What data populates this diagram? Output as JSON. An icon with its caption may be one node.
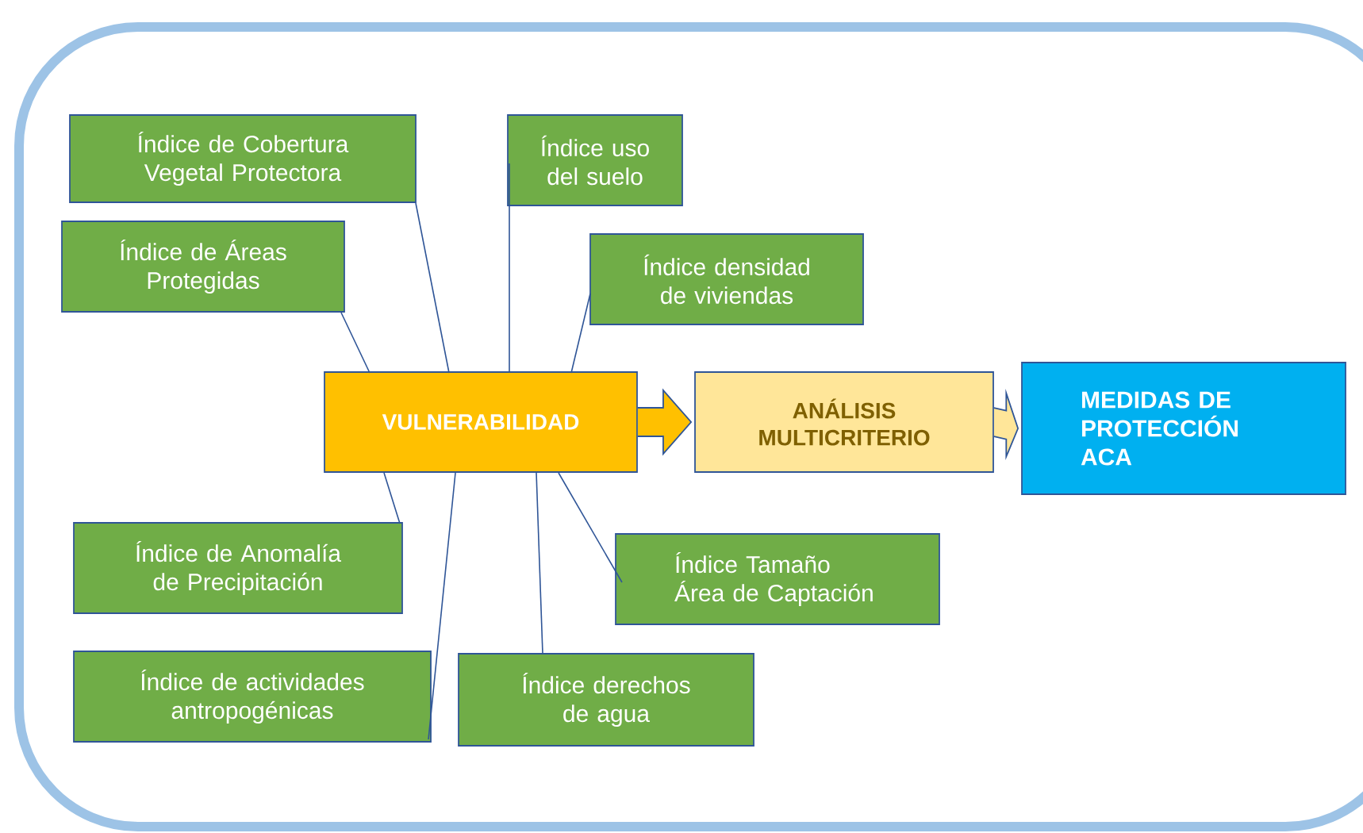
{
  "diagram": {
    "nodes": [
      {
        "text": [
          "Índice de Cobertura Vegetal Protectora"
        ]
      },
      {
        "text": [
          "Índice uso del suelo"
        ]
      },
      {
        "text": [
          "Índice de Áreas Protegidas"
        ]
      },
      {
        "text": [
          "Índice densidad de viviendas"
        ]
      },
      {
        "text": [
          "VULNERABILIDAD"
        ]
      },
      {
        "text": [
          "ANÁLISIS MULTICRITERIO"
        ]
      },
      {
        "text": [
          "MEDIDAS DE PROTECCIÓN ACA"
        ]
      },
      {
        "text": [
          "Índice de Anomalía de Precipitación"
        ]
      },
      {
        "text": [
          "Índice Tamaño Área de Captación"
        ]
      },
      {
        "text": [
          "Índice de actividades antropogénicas"
        ]
      },
      {
        "text": [
          "Índice derechos de agua"
        ]
      }
    ],
    "edges": [
      {
        "from": 0,
        "to": 4,
        "arrow": "none"
      },
      {
        "from": 1,
        "to": 4,
        "arrow": "none"
      },
      {
        "from": 2,
        "to": 4,
        "arrow": "none"
      },
      {
        "from": 3,
        "to": 4,
        "arrow": "none"
      },
      {
        "from": 7,
        "to": 4,
        "arrow": "none"
      },
      {
        "from": 9,
        "to": 4,
        "arrow": "none"
      },
      {
        "from": 10,
        "to": 4,
        "arrow": "none"
      },
      {
        "from": 8,
        "to": 4,
        "arrow": "none"
      },
      {
        "from": 4,
        "to": 5,
        "arrow": "to"
      },
      {
        "from": 5,
        "to": 6,
        "arrow": "to"
      }
    ]
  }
}
